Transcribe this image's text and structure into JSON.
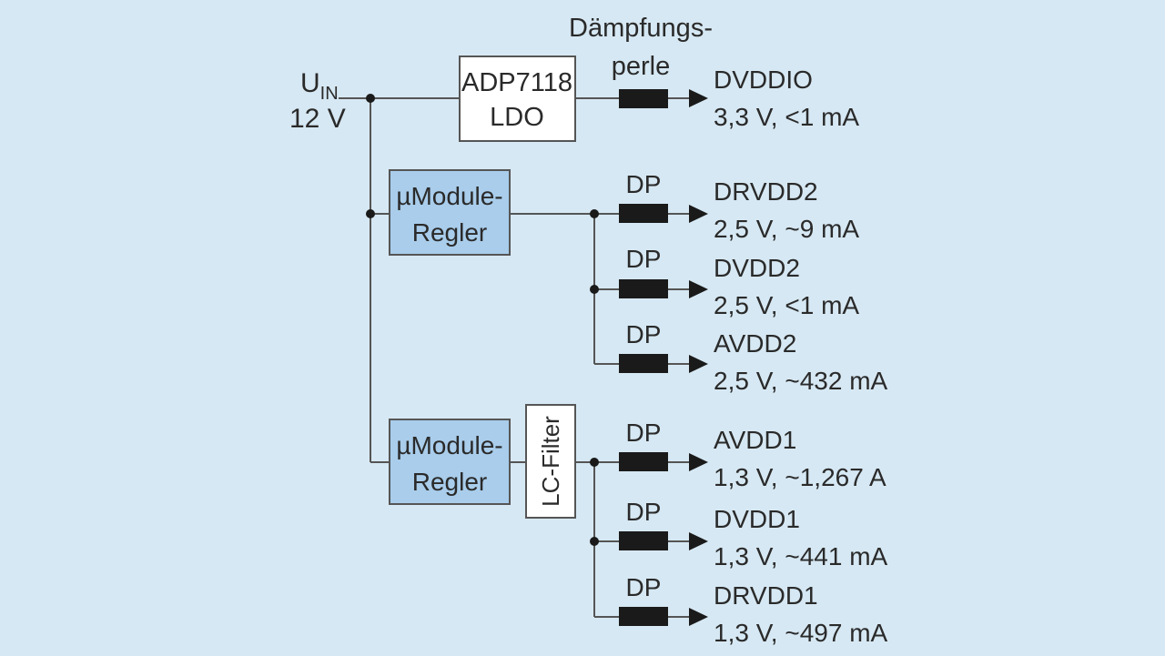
{
  "input": {
    "label": "U",
    "subscript": "IN",
    "voltage": "12 V"
  },
  "ldo": {
    "line1": "ADP7118",
    "line2": "LDO"
  },
  "bead_label": {
    "line1": "Dämpfungs-",
    "line2": "perle"
  },
  "regulator1": {
    "line1": "µModule-",
    "line2": "Regler"
  },
  "regulator2": {
    "line1": "µModule-",
    "line2": "Regler"
  },
  "lc_filter": "LC-Filter",
  "dp_label": "DP",
  "outputs": [
    {
      "name": "DVDDIO",
      "spec": "3,3 V, <1 mA"
    },
    {
      "name": "DRVDD2",
      "spec": "2,5 V, ~9 mA"
    },
    {
      "name": "DVDD2",
      "spec": "2,5 V, <1 mA"
    },
    {
      "name": "AVDD2",
      "spec": "2,5 V, ~432 mA"
    },
    {
      "name": "AVDD1",
      "spec": "1,3 V, ~1,267 A"
    },
    {
      "name": "DVDD1",
      "spec": "1,3 V, ~441 mA"
    },
    {
      "name": "DRVDD1",
      "spec": "1,3 V, ~497 mA"
    }
  ],
  "colors": {
    "background": "#d6e8f3",
    "regulator_fill": "#a9cdeb",
    "wire": "#555555",
    "bead": "#1a1a1a"
  }
}
